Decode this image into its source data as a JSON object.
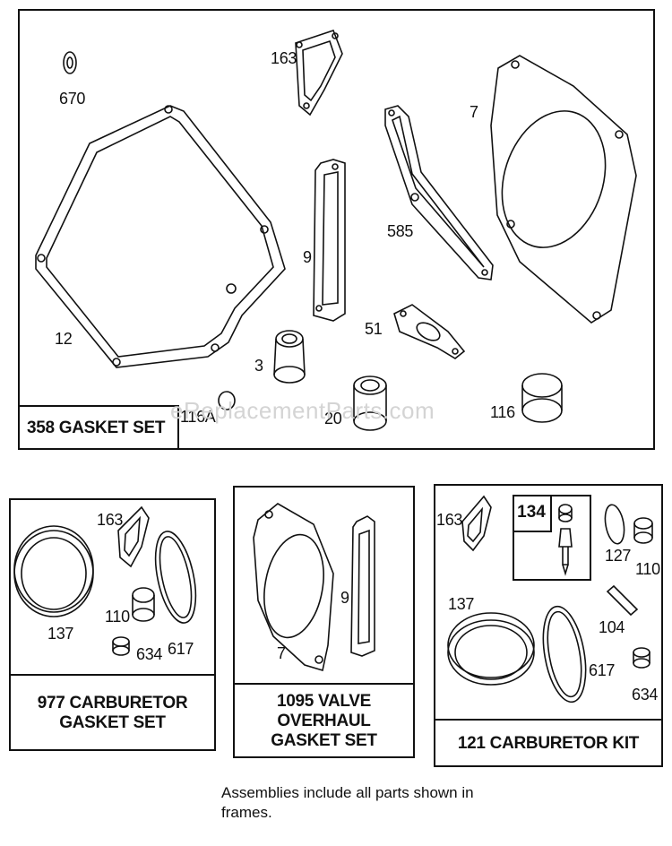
{
  "watermark": "eReplacementParts.com",
  "frames": {
    "gasket_set": {
      "title": "358 GASKET SET",
      "parts": {
        "p670": "670",
        "p163": "163",
        "p7": "7",
        "p12": "12",
        "p9": "9",
        "p585": "585",
        "p51": "51",
        "p3": "3",
        "p116a": "116A",
        "p20": "20",
        "p116": "116"
      }
    },
    "carb_gasket_set": {
      "title": "977 CARBURETOR\nGASKET SET",
      "parts": {
        "p163": "163",
        "p137": "137",
        "p110": "110",
        "p634": "634",
        "p617": "617"
      }
    },
    "valve_overhaul": {
      "title": "1095 VALVE OVERHAUL\nGASKET SET",
      "parts": {
        "p7": "7",
        "p9": "9"
      }
    },
    "carb_kit": {
      "title": "121 CARBURETOR KIT",
      "inner_title": "134",
      "parts": {
        "p163": "163",
        "p127": "127",
        "p110": "110",
        "p137": "137",
        "p104": "104",
        "p617": "617",
        "p634": "634"
      }
    }
  },
  "note": "Assemblies include all parts shown in frames."
}
